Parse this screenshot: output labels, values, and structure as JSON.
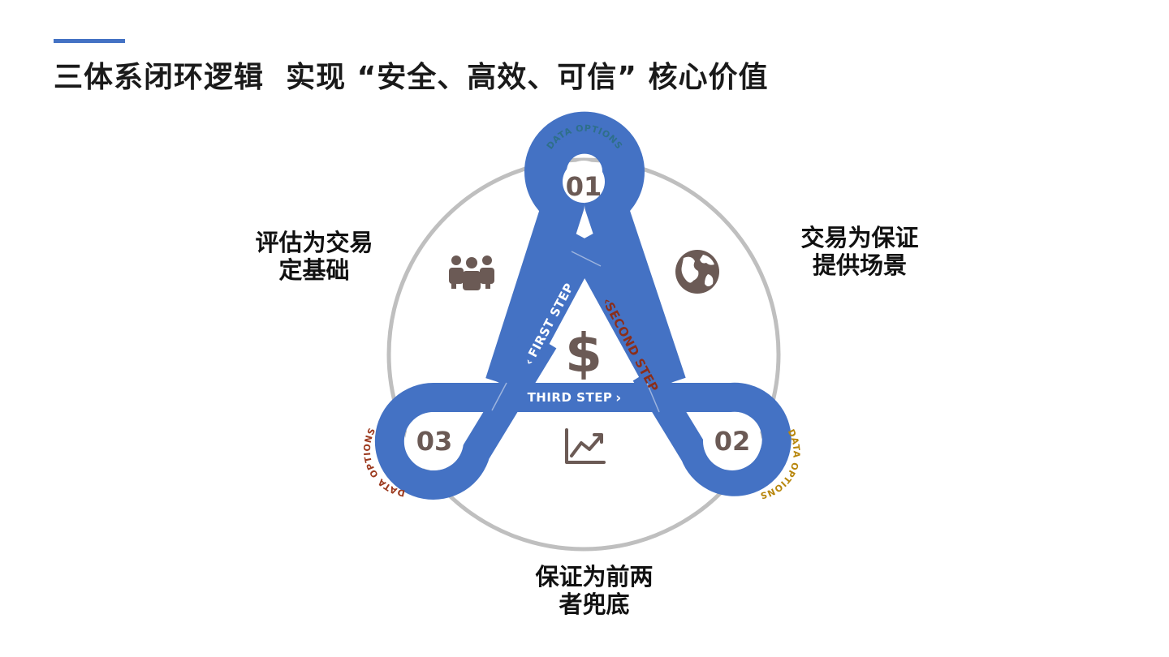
{
  "page": {
    "title": "三体系闭环逻辑  实现 “安全、高效、可信” 核心价值"
  },
  "labels": {
    "left": [
      "评估为交易",
      "定基础"
    ],
    "right": [
      "交易为保证",
      "提供场景"
    ],
    "bottom": [
      "保证为前两",
      "者兜底"
    ]
  },
  "diagram": {
    "loops": [
      {
        "number": "01",
        "arc_text": "DATA OPTIONS",
        "arc_color": "#2e6f8a"
      },
      {
        "number": "02",
        "arc_text": "DATA OPTIONS",
        "arc_color": "#b8860b"
      },
      {
        "number": "03",
        "arc_text": "DATA OPTIONS",
        "arc_color": "#9c3a1f"
      }
    ],
    "steps": {
      "first": "FIRST STEP",
      "second": "SECOND STEP",
      "third": "THIRD STEP"
    },
    "center_symbol": "$",
    "icons": [
      "people-icon",
      "globe-icon",
      "dollar-icon",
      "trend-chart-icon"
    ],
    "colors": {
      "band": "#4472c4",
      "ring": "#bfbfbf",
      "icon": "#6b5a55",
      "second_step_text": "#8b2e1a"
    }
  }
}
